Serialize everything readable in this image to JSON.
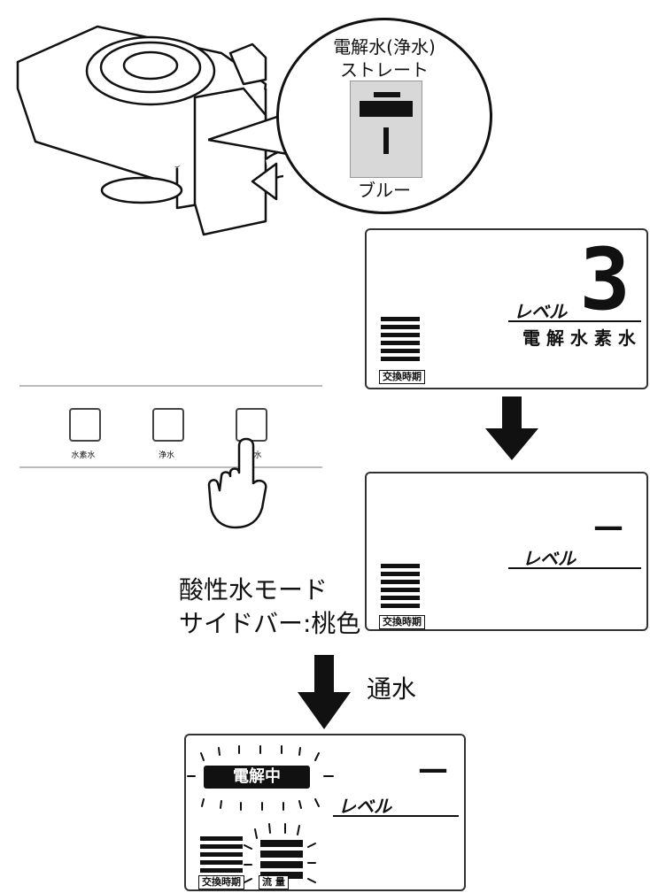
{
  "callout": {
    "title_line1": "電解水(浄水)",
    "title_line2": "ストレート",
    "color_label": "ブルー"
  },
  "lcd1": {
    "digit": "3",
    "level_label": "レベル",
    "mode_label": "電 解 水 素 水",
    "caption": "交換時期"
  },
  "lcd2": {
    "digit": "—",
    "level_label": "レベル",
    "caption": "交換時期"
  },
  "panel": {
    "buttons": [
      {
        "label": "水素水"
      },
      {
        "label": "浄水"
      },
      {
        "label": "酸性水"
      }
    ]
  },
  "mode_note": {
    "line1": "酸性水モード",
    "line2": "サイドバー:桃色"
  },
  "flow_label": "通水",
  "lcd3": {
    "badge": "電解中",
    "digit": "—",
    "level_label": "レベル",
    "caption_left": "交換時期",
    "caption_right": "流 量"
  }
}
